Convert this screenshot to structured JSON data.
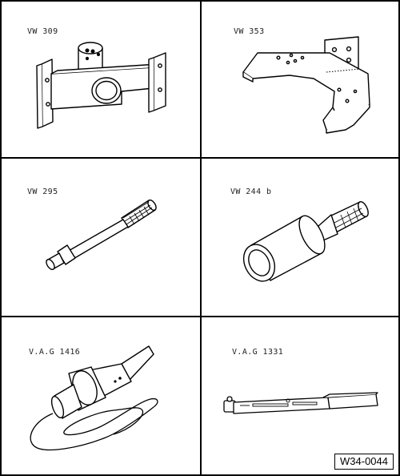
{
  "tools": [
    {
      "id": "vw309",
      "label": "VW 309",
      "icon": "mounting-plate-icon"
    },
    {
      "id": "vw353",
      "label": "VW 353",
      "icon": "support-bracket-icon"
    },
    {
      "id": "vw295",
      "label": "VW 295",
      "icon": "drift-punch-icon"
    },
    {
      "id": "vw244b",
      "label": "VW 244 b",
      "icon": "sleeve-drift-icon"
    },
    {
      "id": "vag1416",
      "label": "V.A.G 1416",
      "icon": "hot-air-blower-icon"
    },
    {
      "id": "vag1331",
      "label": "V.A.G 1331",
      "icon": "torque-wrench-icon"
    }
  ],
  "figure_code": "W34-0044"
}
